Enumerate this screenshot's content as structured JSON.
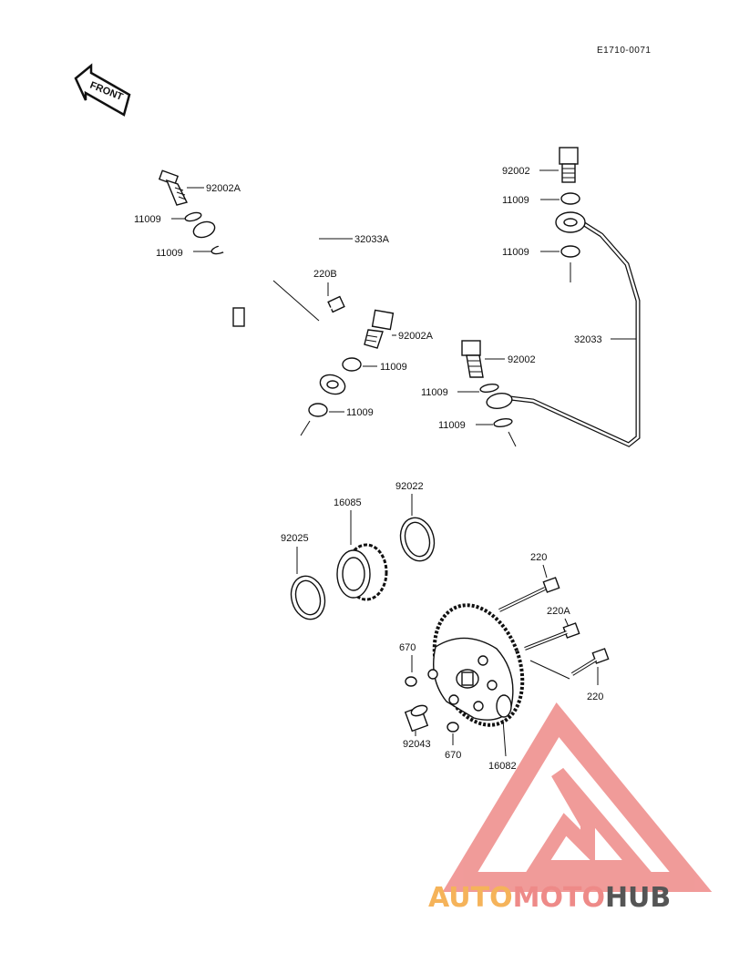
{
  "diagram_code": "E1710-0071",
  "front_label": "FRONT",
  "brand": {
    "part1": "AUTO",
    "part2": "MOTO",
    "part3": "HUB",
    "color1": "#f5b35a",
    "color2": "#ee8a88",
    "color3": "#555555",
    "logo_color": "#ee8a88"
  },
  "labels": {
    "l_92002A_a": "92002A",
    "l_11009_a": "11009",
    "l_11009_b": "11009",
    "l_32033A": "32033A",
    "l_220B": "220B",
    "l_92002A_b": "92002A",
    "l_11009_c": "11009",
    "l_11009_d": "11009",
    "l_92002_a": "92002",
    "l_11009_e": "11009",
    "l_11009_f": "11009",
    "l_32033": "32033",
    "l_92002_b": "92002",
    "l_11009_g": "11009",
    "l_11009_h": "11009",
    "l_16085": "16085",
    "l_92022": "92022",
    "l_92025": "92025",
    "l_220_a": "220",
    "l_220A": "220A",
    "l_220_b": "220",
    "l_670_a": "670",
    "l_670_b": "670",
    "l_92043": "92043",
    "l_16082": "16082"
  }
}
